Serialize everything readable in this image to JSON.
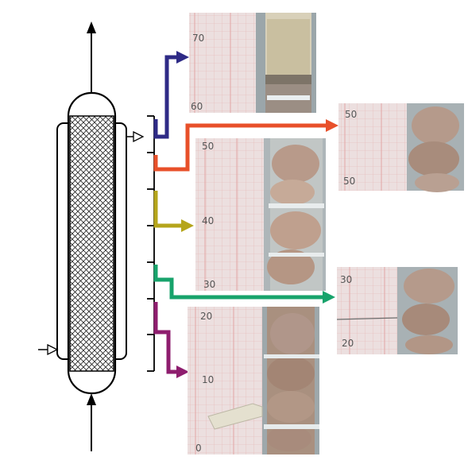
{
  "photos": [
    {
      "id": "photo-top",
      "labels": [
        "70",
        "60"
      ],
      "content": "liquid"
    },
    {
      "id": "photo-upper-middle",
      "labels": [
        "50",
        "40",
        "30"
      ],
      "content": "biomass"
    },
    {
      "id": "photo-lower",
      "labels": [
        "20",
        "10",
        "0"
      ],
      "content": "biomass"
    },
    {
      "id": "photo-zoom-upper",
      "labels": [
        "50",
        "50"
      ],
      "content": "biomass-zoom"
    },
    {
      "id": "photo-zoom-lower",
      "labels": [
        "30",
        "20"
      ],
      "content": "biomass-zoom"
    }
  ],
  "arrows": [
    {
      "id": "navy",
      "color": "#2e2a86"
    },
    {
      "id": "red",
      "color": "#e8502a"
    },
    {
      "id": "olive",
      "color": "#b5a51b"
    },
    {
      "id": "green",
      "color": "#17a36b"
    },
    {
      "id": "purple",
      "color": "#8e1d6e"
    }
  ],
  "colors": {
    "paper": "#ede0df",
    "gridline": "#e7b6b4",
    "column_bg": "#c9cfd3",
    "biomass": "#b59685",
    "liquid": "#d5cbb0"
  }
}
